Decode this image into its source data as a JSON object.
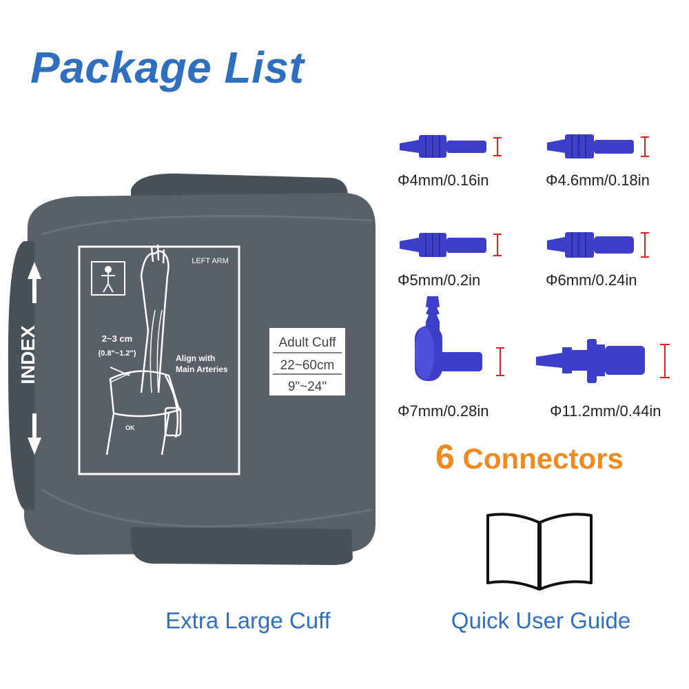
{
  "title": "Package List",
  "cuff": {
    "side_text": "INDEX",
    "arm_label": "LEFT ARM",
    "distance_label": "2~3 cm",
    "distance_inches": "(0.8\"~1.2\")",
    "align_label_1": "Align with",
    "align_label_2": "Main Arteries",
    "ok_label": "OK",
    "adult_cuff": "Adult Cuff",
    "range_cm": "22~60cm",
    "range_in": "9\"~24\"",
    "caption": "Extra Large Cuff"
  },
  "connectors": {
    "count": "6",
    "heading_word": "Connectors",
    "items": [
      {
        "label": "Φ4mm/0.16in"
      },
      {
        "label": "Φ4.6mm/0.18in"
      },
      {
        "label": "Φ5mm/0.2in"
      },
      {
        "label": "Φ6mm/0.24in"
      },
      {
        "label": "Φ7mm/0.28in"
      },
      {
        "label": "Φ11.2mm/0.44in"
      }
    ],
    "connector_color": "#3d3fc8",
    "marker_color": "#e02020"
  },
  "guide": {
    "caption": "Quick User Guide"
  },
  "colors": {
    "title": "#2f6fc0",
    "heading": "#f08a1c",
    "cuff": "#555b63"
  }
}
